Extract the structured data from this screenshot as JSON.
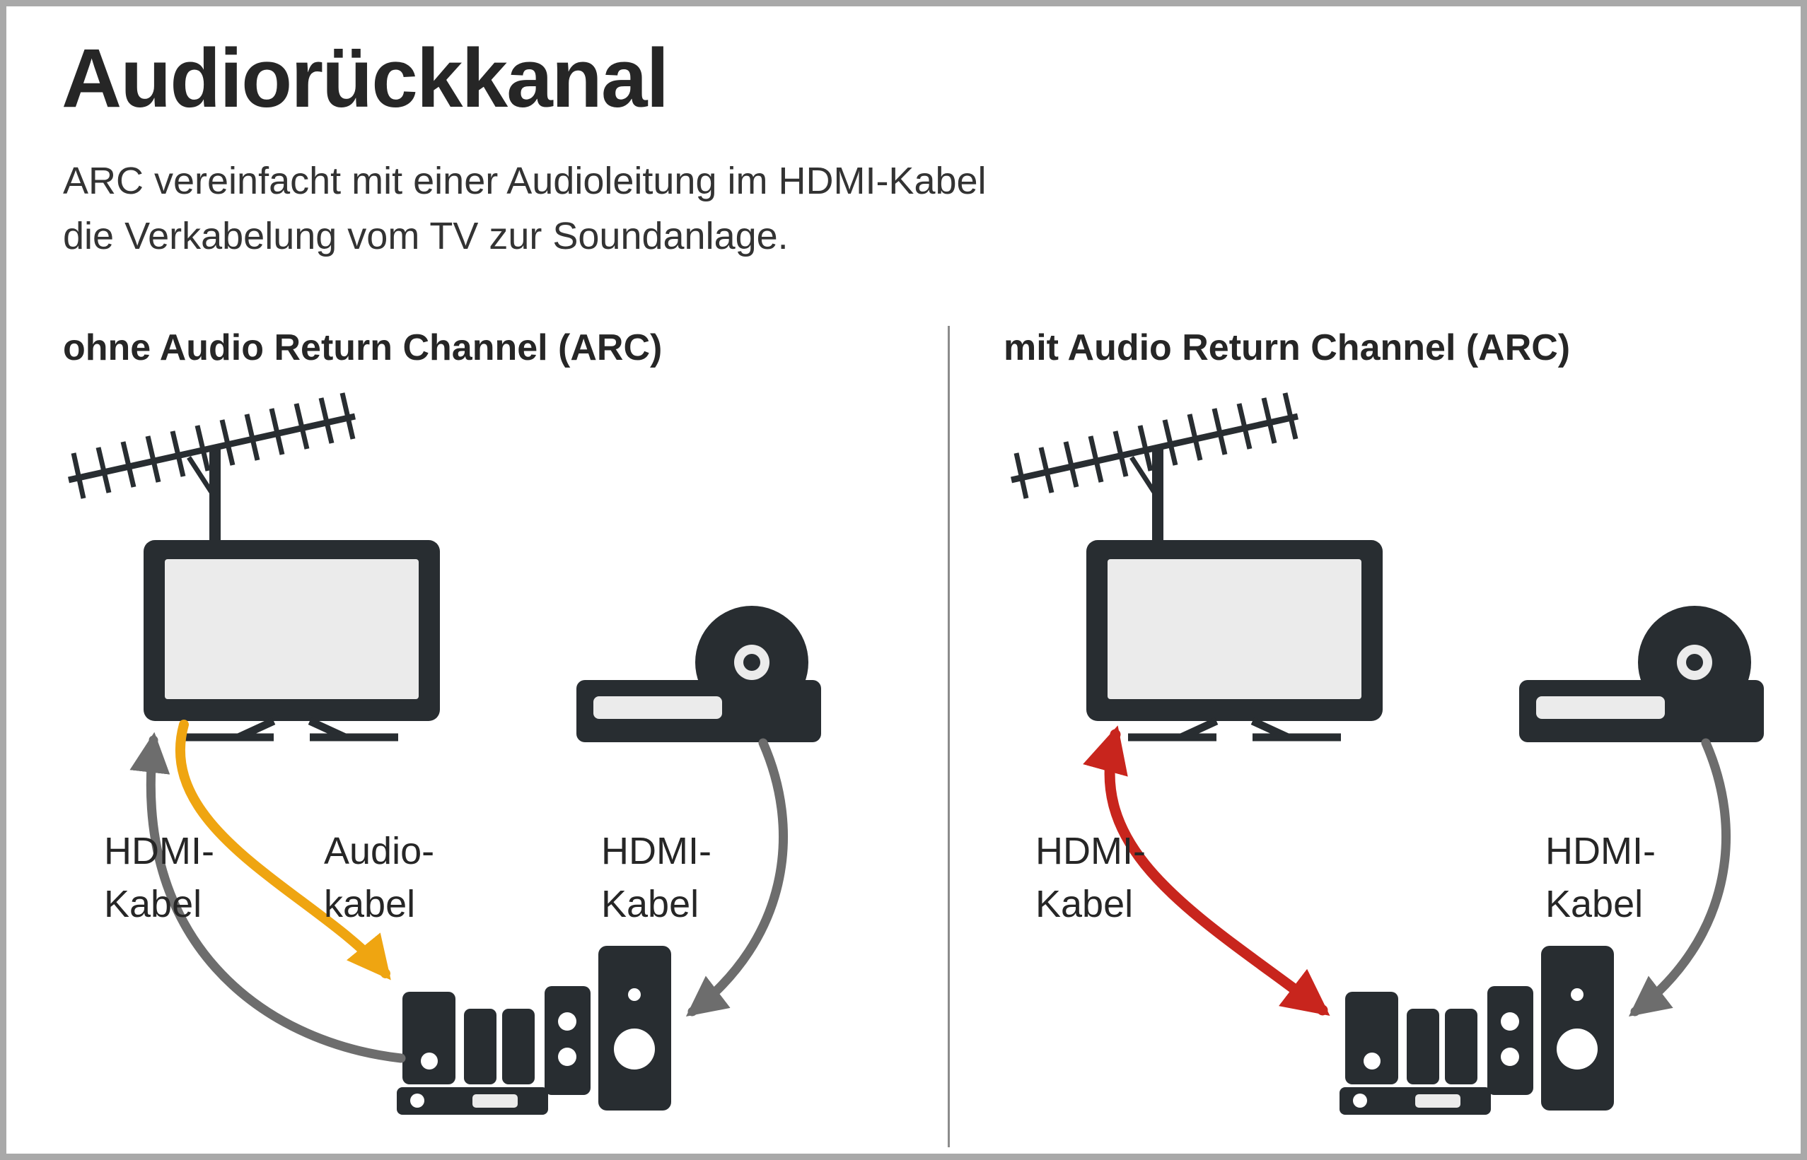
{
  "page": {
    "title": "Audiorückkanal",
    "subtitle_line1": "ARC vereinfacht mit einer Audioleitung im HDMI-Kabel",
    "subtitle_line2": "die Verkabelung vom TV zur Soundanlage."
  },
  "panels": {
    "left": {
      "heading": "ohne Audio Return Channel (ARC)",
      "labels": {
        "hdmi_tv": {
          "line1": "HDMI-",
          "line2": "Kabel"
        },
        "audio": {
          "line1": "Audio-",
          "line2": "kabel"
        },
        "hdmi_player": {
          "line1": "HDMI-",
          "line2": "Kabel"
        }
      }
    },
    "right": {
      "heading": "mit Audio Return Channel (ARC)",
      "labels": {
        "hdmi_arc": {
          "line1": "HDMI-",
          "line2": "Kabel"
        },
        "hdmi_player": {
          "line1": "HDMI-",
          "line2": "Kabel"
        }
      }
    }
  },
  "icons": {
    "antenna": "tv-antenna-icon",
    "tv": "television-icon",
    "player": "disc-player-icon",
    "speakers": "surround-speaker-system-icon",
    "arrows": [
      "hdmi-cable-arrow",
      "audio-cable-arrow",
      "arc-hdmi-cable-arrow"
    ]
  },
  "colors": {
    "dark": "#282d31",
    "screen": "#ebebeb",
    "gray_cable": "#6d6d6d",
    "audio_cable": "#efa511",
    "arc_cable": "#c8251d",
    "frame": "#a9a9a9",
    "divider": "#8c8c8c",
    "text": "#262626",
    "body_text": "#333333",
    "background": "#ffffff"
  }
}
